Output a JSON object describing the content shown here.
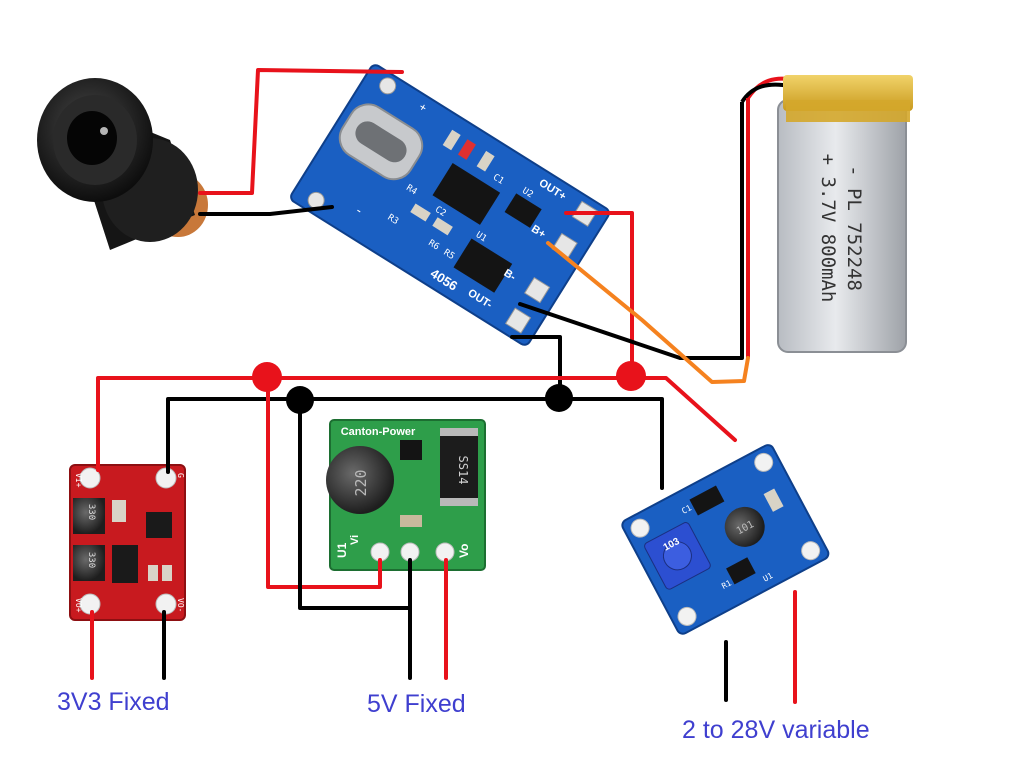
{
  "diagram": {
    "components": {
      "dc_jack": {},
      "charger": {
        "chip_label": "4056",
        "pad_in_plus": "+",
        "pad_in_minus": "-",
        "pad_out_plus": "OUT+",
        "pad_b_plus": "B+",
        "pad_b_minus": "B-",
        "pad_out_minus": "OUT-",
        "silk_r3": "R3",
        "silk_r4": "R4",
        "silk_r6": "R6",
        "silk_r5": "R5",
        "silk_c1": "C1",
        "silk_c2": "C2",
        "silk_u1": "U1",
        "silk_u2": "U2"
      },
      "battery": {
        "line1": "- PL 752248",
        "line2": "+ 3.7V 800mAh"
      },
      "module_3v3": {
        "inductor_top": "330",
        "inductor_bottom": "330",
        "pad_vin_plus": "VI+",
        "pad_gnd_top": "G",
        "pad_vout_plus": "VO+",
        "pad_vout_minus": "VO-"
      },
      "module_5v": {
        "brand": "Canton-Power",
        "inductor": "220",
        "diode": "SS14",
        "pad_in": "Vi",
        "pad_out": "Vo",
        "pad_u1": "U1"
      },
      "module_var": {
        "pot_label": "103",
        "inductor": "101",
        "silk_c1": "C1",
        "silk_r1": "R1",
        "silk_u1": "U1"
      }
    },
    "captions": {
      "label_3v3": "3V3 Fixed",
      "label_5v": "5V Fixed",
      "label_var": "2 to 28V variable"
    },
    "wire_colors": {
      "positive": "#e8121b",
      "ground": "#000000",
      "battery_positive": "#f5821f"
    },
    "caption_color": "#3f3fcf"
  }
}
